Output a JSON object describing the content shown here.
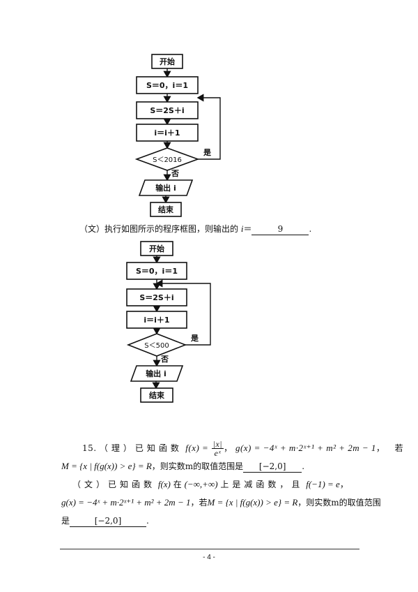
{
  "flowchart1": {
    "start": "开始",
    "init": "S＝0，i＝1",
    "body1": "S＝2S＋i",
    "body2": "i＝i＋1",
    "cond": "S＜2016",
    "yes": "是",
    "no": "否",
    "output": "输出 i",
    "end": "结束"
  },
  "text_wen_q": {
    "prefix": "（文）执行如图所示的程序框图，则输出的",
    "var": "i",
    "eq": "＝",
    "answer": "9",
    "period": "."
  },
  "flowchart2": {
    "start": "开始",
    "init": "S＝0，i＝1",
    "body1": "S＝2S＋i",
    "body2": "i＝i＋1",
    "cond": "S＜500",
    "yes": "是",
    "no": "否",
    "output": "输出 i",
    "end": "结束"
  },
  "q15": {
    "number": "15.",
    "li": "（理）已知函数",
    "f_lhs": "f(x) =",
    "f_num": "|x|",
    "f_den": "eˣ",
    "comma1": "，",
    "g_def": "g(x) = −4ˣ + m·2ˣ⁺¹ + m² + 2m − 1",
    "comma2": "，",
    "ruo": "若",
    "line2_M": "M = {x | f(g(x)) > e} = R",
    "line2_mid": "，则实数m的取值范围是",
    "answer_li": "[−2,0]",
    "line2_end": ".",
    "wen_intro": "（文）已知函数",
    "wen_f": "f(x)",
    "wen_zai": "在",
    "wen_interval": "(−∞,+∞)",
    "wen_dec": "上是减函数，且",
    "wen_cond": "f(−1) = e",
    "wen_comma": "，",
    "wen_g": "g(x) = −4ˣ + m·2ˣ⁺¹ + m² + 2m − 1",
    "wen_ruo": "，若",
    "wen_M": "M = {x | f(g(x)) > e} = R",
    "wen_tail": "，则实数m的取值范围",
    "wen_shi": "是",
    "answer_wen": "[−2,0]",
    "wen_end": "."
  },
  "footer": {
    "page": "- 4 -"
  }
}
